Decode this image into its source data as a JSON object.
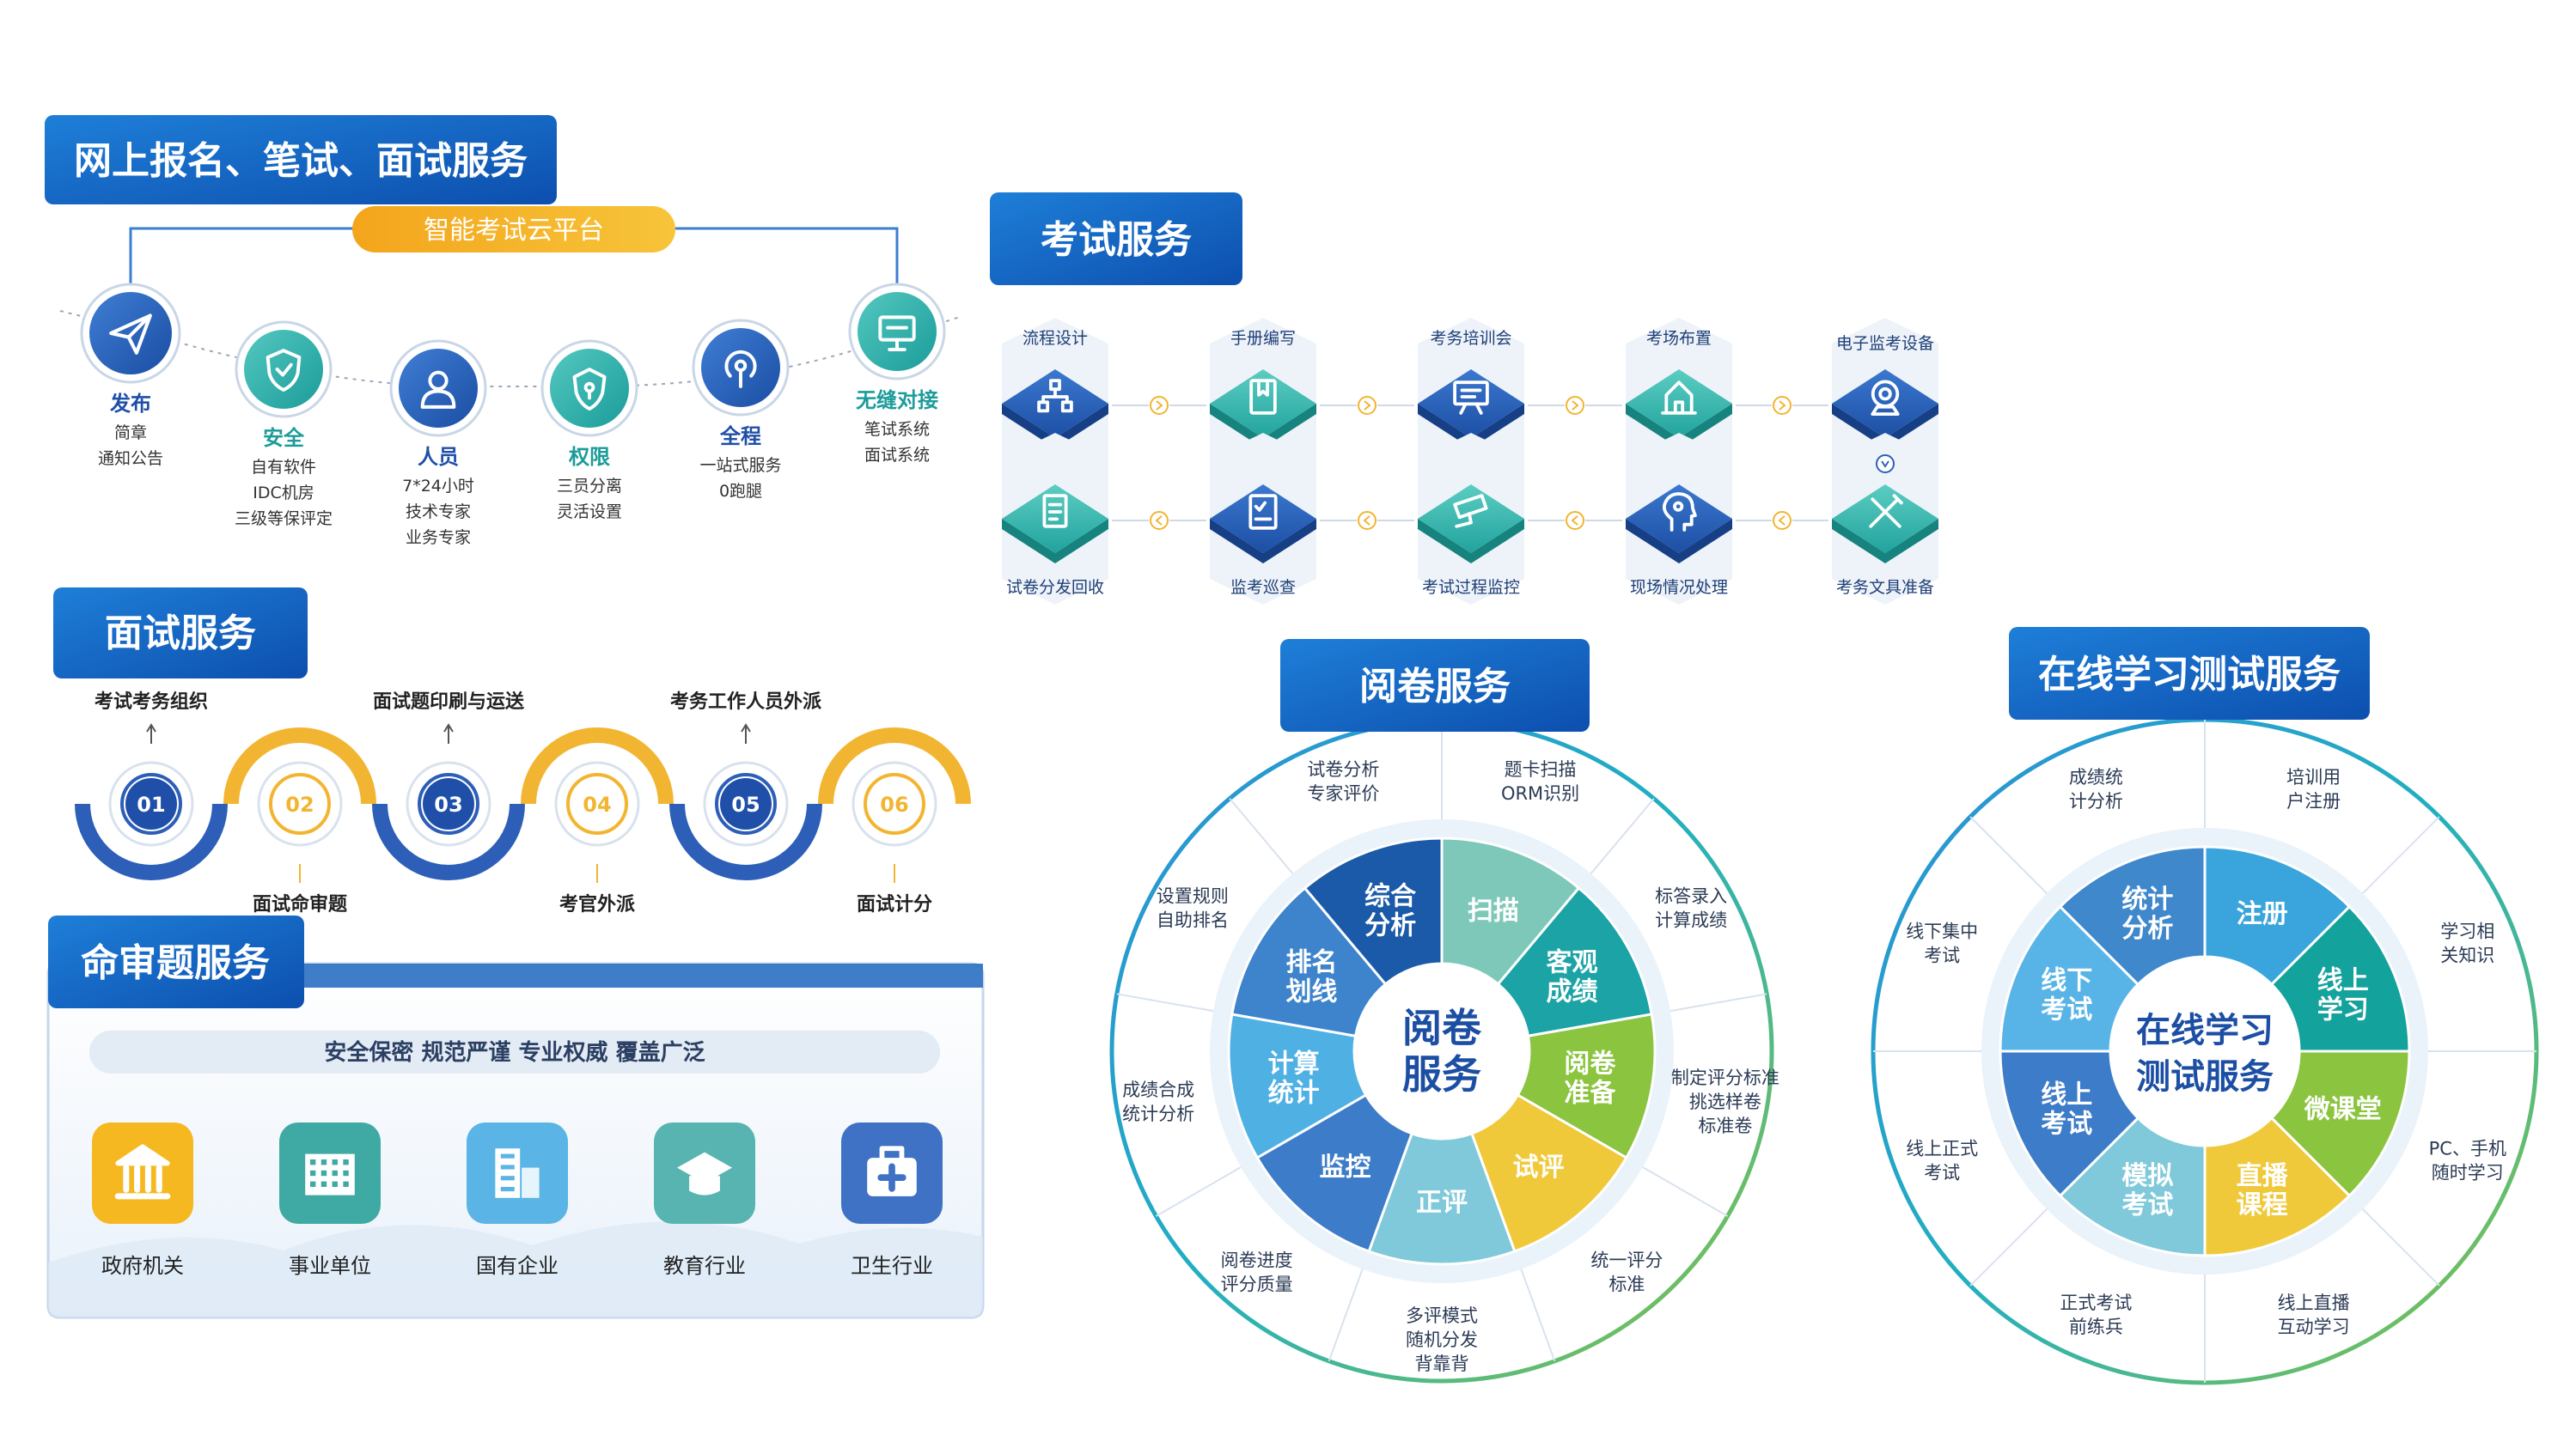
{
  "online": {
    "title": "网上报名、笔试、面试服务",
    "platform": "智能考试云平台",
    "items": [
      {
        "label": "发布",
        "lines": [
          "简章",
          "通知公告"
        ],
        "icon": "paper-plane-icon"
      },
      {
        "label": "安全",
        "lines": [
          "自有软件",
          "IDC机房",
          "三级等保评定"
        ],
        "icon": "shield-icon"
      },
      {
        "label": "人员",
        "lines": [
          "7*24小时",
          "技术专家",
          "业务专家"
        ],
        "icon": "person-icon"
      },
      {
        "label": "权限",
        "lines": [
          "三员分离",
          "灵活设置"
        ],
        "icon": "lock-shield-icon"
      },
      {
        "label": "全程",
        "lines": [
          "一站式服务",
          "0跑腿"
        ],
        "icon": "signal-icon"
      },
      {
        "label": "无缝对接",
        "lines": [
          "笔试系统",
          "面试系统"
        ],
        "icon": "monitor-icon"
      }
    ]
  },
  "interview": {
    "title": "面试服务",
    "steps": [
      {
        "num": "01",
        "label": "考试考务组织",
        "position": "top"
      },
      {
        "num": "02",
        "label": "面试命审题",
        "position": "bottom"
      },
      {
        "num": "03",
        "label": "面试题印刷与运送",
        "position": "top"
      },
      {
        "num": "04",
        "label": "考官外派",
        "position": "bottom"
      },
      {
        "num": "05",
        "label": "考务工作人员外派",
        "position": "top"
      },
      {
        "num": "06",
        "label": "面试计分",
        "position": "bottom"
      }
    ]
  },
  "proposition": {
    "title": "命审题服务",
    "slogan": "安全保密  规范严谨  专业权威  覆盖广泛",
    "items": [
      {
        "label": "政府机关",
        "color": "#f5b820",
        "icon": "government-building-icon"
      },
      {
        "label": "事业单位",
        "color": "#3fa9a3",
        "icon": "office-building-icon"
      },
      {
        "label": "国有企业",
        "color": "#5ab4e6",
        "icon": "enterprise-building-icon"
      },
      {
        "label": "教育行业",
        "color": "#58b4b0",
        "icon": "graduation-cap-icon"
      },
      {
        "label": "卫生行业",
        "color": "#3f72c4",
        "icon": "medical-kit-icon"
      }
    ]
  },
  "exam": {
    "title": "考试服务",
    "top_row": [
      "流程设计",
      "手册编写",
      "考务培训会",
      "考场布置",
      "电子监考设备"
    ],
    "bottom_row": [
      "试卷分发回收",
      "监考巡查",
      "考试过程监控",
      "现场情况处理",
      "考务文具准备"
    ]
  },
  "marking": {
    "title": "阅卷服务",
    "center": [
      "阅卷",
      "服务"
    ],
    "inner": [
      {
        "label": [
          "扫描"
        ],
        "color": "#7dc8b8"
      },
      {
        "label": [
          "客观",
          "成绩"
        ],
        "color": "#1ba3a6"
      },
      {
        "label": [
          "阅卷",
          "准备"
        ],
        "color": "#8bc43f"
      },
      {
        "label": [
          "试评"
        ],
        "color": "#f0c93a"
      },
      {
        "label": [
          "正评"
        ],
        "color": "#7fc9da"
      },
      {
        "label": [
          "监控"
        ],
        "color": "#3c7cc8"
      },
      {
        "label": [
          "计算",
          "统计"
        ],
        "color": "#4fb0e4"
      },
      {
        "label": [
          "排名",
          "划线"
        ],
        "color": "#3d84cc"
      },
      {
        "label": [
          "综合",
          "分析"
        ],
        "color": "#1b5aa8"
      }
    ],
    "outer": [
      [
        "题卡扫描",
        "ORM识别"
      ],
      [
        "标答录入",
        "计算成绩"
      ],
      [
        "制定评分标准",
        "挑选样卷",
        "标准卷"
      ],
      [
        "统一评分",
        "标准"
      ],
      [
        "多评模式",
        "随机分发",
        "背靠背"
      ],
      [
        "阅卷进度",
        "评分质量"
      ],
      [
        "成绩合成",
        "统计分析"
      ],
      [
        "设置规则",
        "自助排名"
      ],
      [
        "试卷分析",
        "专家评价"
      ]
    ]
  },
  "online_learning": {
    "title": "在线学习测试服务",
    "center": [
      "在线学习",
      "测试服务"
    ],
    "inner": [
      {
        "label": [
          "注册"
        ],
        "color": "#3aa5dc"
      },
      {
        "label": [
          "线上",
          "学习"
        ],
        "color": "#14a29c"
      },
      {
        "label": [
          "微课堂"
        ],
        "color": "#8bc43f"
      },
      {
        "label": [
          "直播",
          "课程"
        ],
        "color": "#f0c93a"
      },
      {
        "label": [
          "模拟",
          "考试"
        ],
        "color": "#7fc9da"
      },
      {
        "label": [
          "线上",
          "考试"
        ],
        "color": "#3c7cc8"
      },
      {
        "label": [
          "线下",
          "考试"
        ],
        "color": "#58b4e6"
      },
      {
        "label": [
          "统计",
          "分析"
        ],
        "color": "#3f88cc"
      }
    ],
    "outer": [
      [
        "培训用",
        "户注册"
      ],
      [
        "学习相",
        "关知识"
      ],
      [
        "PC、手机",
        "随时学习"
      ],
      [
        "线上直播",
        "互动学习"
      ],
      [
        "正式考试",
        "前练兵"
      ],
      [
        "线上正式",
        "考试"
      ],
      [
        "线下集中",
        "考试"
      ],
      [
        "成绩统",
        "计分析"
      ]
    ]
  }
}
